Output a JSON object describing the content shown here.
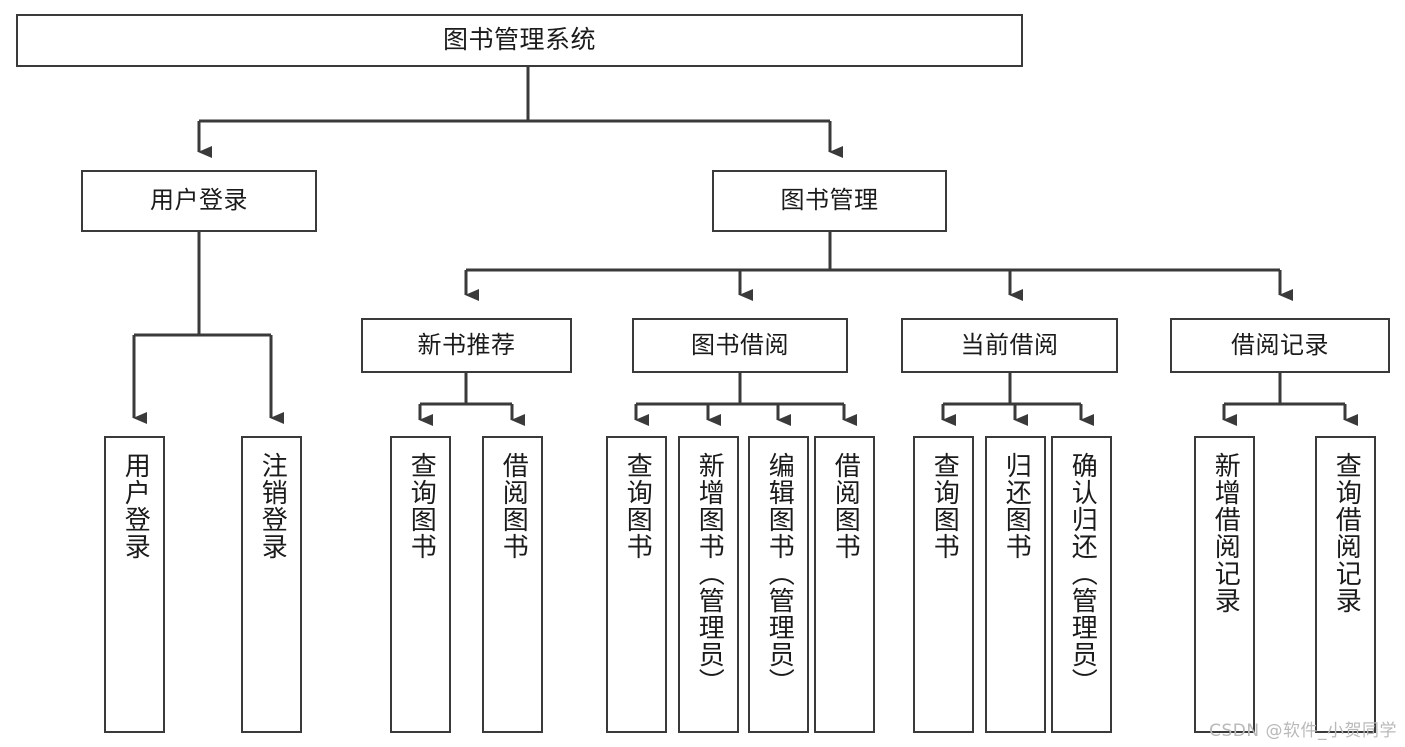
{
  "diagram": {
    "title": "图书管理系统",
    "type": "tree-hierarchy-functional-decomposition",
    "watermark": "CSDN @软件_小贺同学",
    "colors": {
      "box_stroke": "#3a3a3a",
      "box_fill": "#ffffff",
      "connector": "#3a3a3a",
      "text": "#1b1b1b",
      "watermark": "#b9b9b9"
    },
    "nodes": {
      "root": {
        "label": "图书管理系统"
      },
      "level2": [
        {
          "label": "用户登录"
        },
        {
          "label": "图书管理"
        }
      ],
      "level3": [
        {
          "label": "新书推荐"
        },
        {
          "label": "图书借阅"
        },
        {
          "label": "当前借阅"
        },
        {
          "label": "借阅记录"
        }
      ],
      "leaves_user_login": [
        {
          "label": "用户登录"
        },
        {
          "label": "注销登录"
        }
      ],
      "leaves_new_book": [
        {
          "label": "查询图书"
        },
        {
          "label": "借阅图书"
        }
      ],
      "leaves_borrow": [
        {
          "label": "查询图书"
        },
        {
          "label": "新增图书（管理员）"
        },
        {
          "label": "编辑图书（管理员）"
        },
        {
          "label": "借阅图书"
        }
      ],
      "leaves_current": [
        {
          "label": "查询图书"
        },
        {
          "label": "归还图书"
        },
        {
          "label": "确认归还（管理员）"
        }
      ],
      "leaves_record": [
        {
          "label": "新增借阅记录"
        },
        {
          "label": "查询借阅记录"
        }
      ]
    }
  }
}
